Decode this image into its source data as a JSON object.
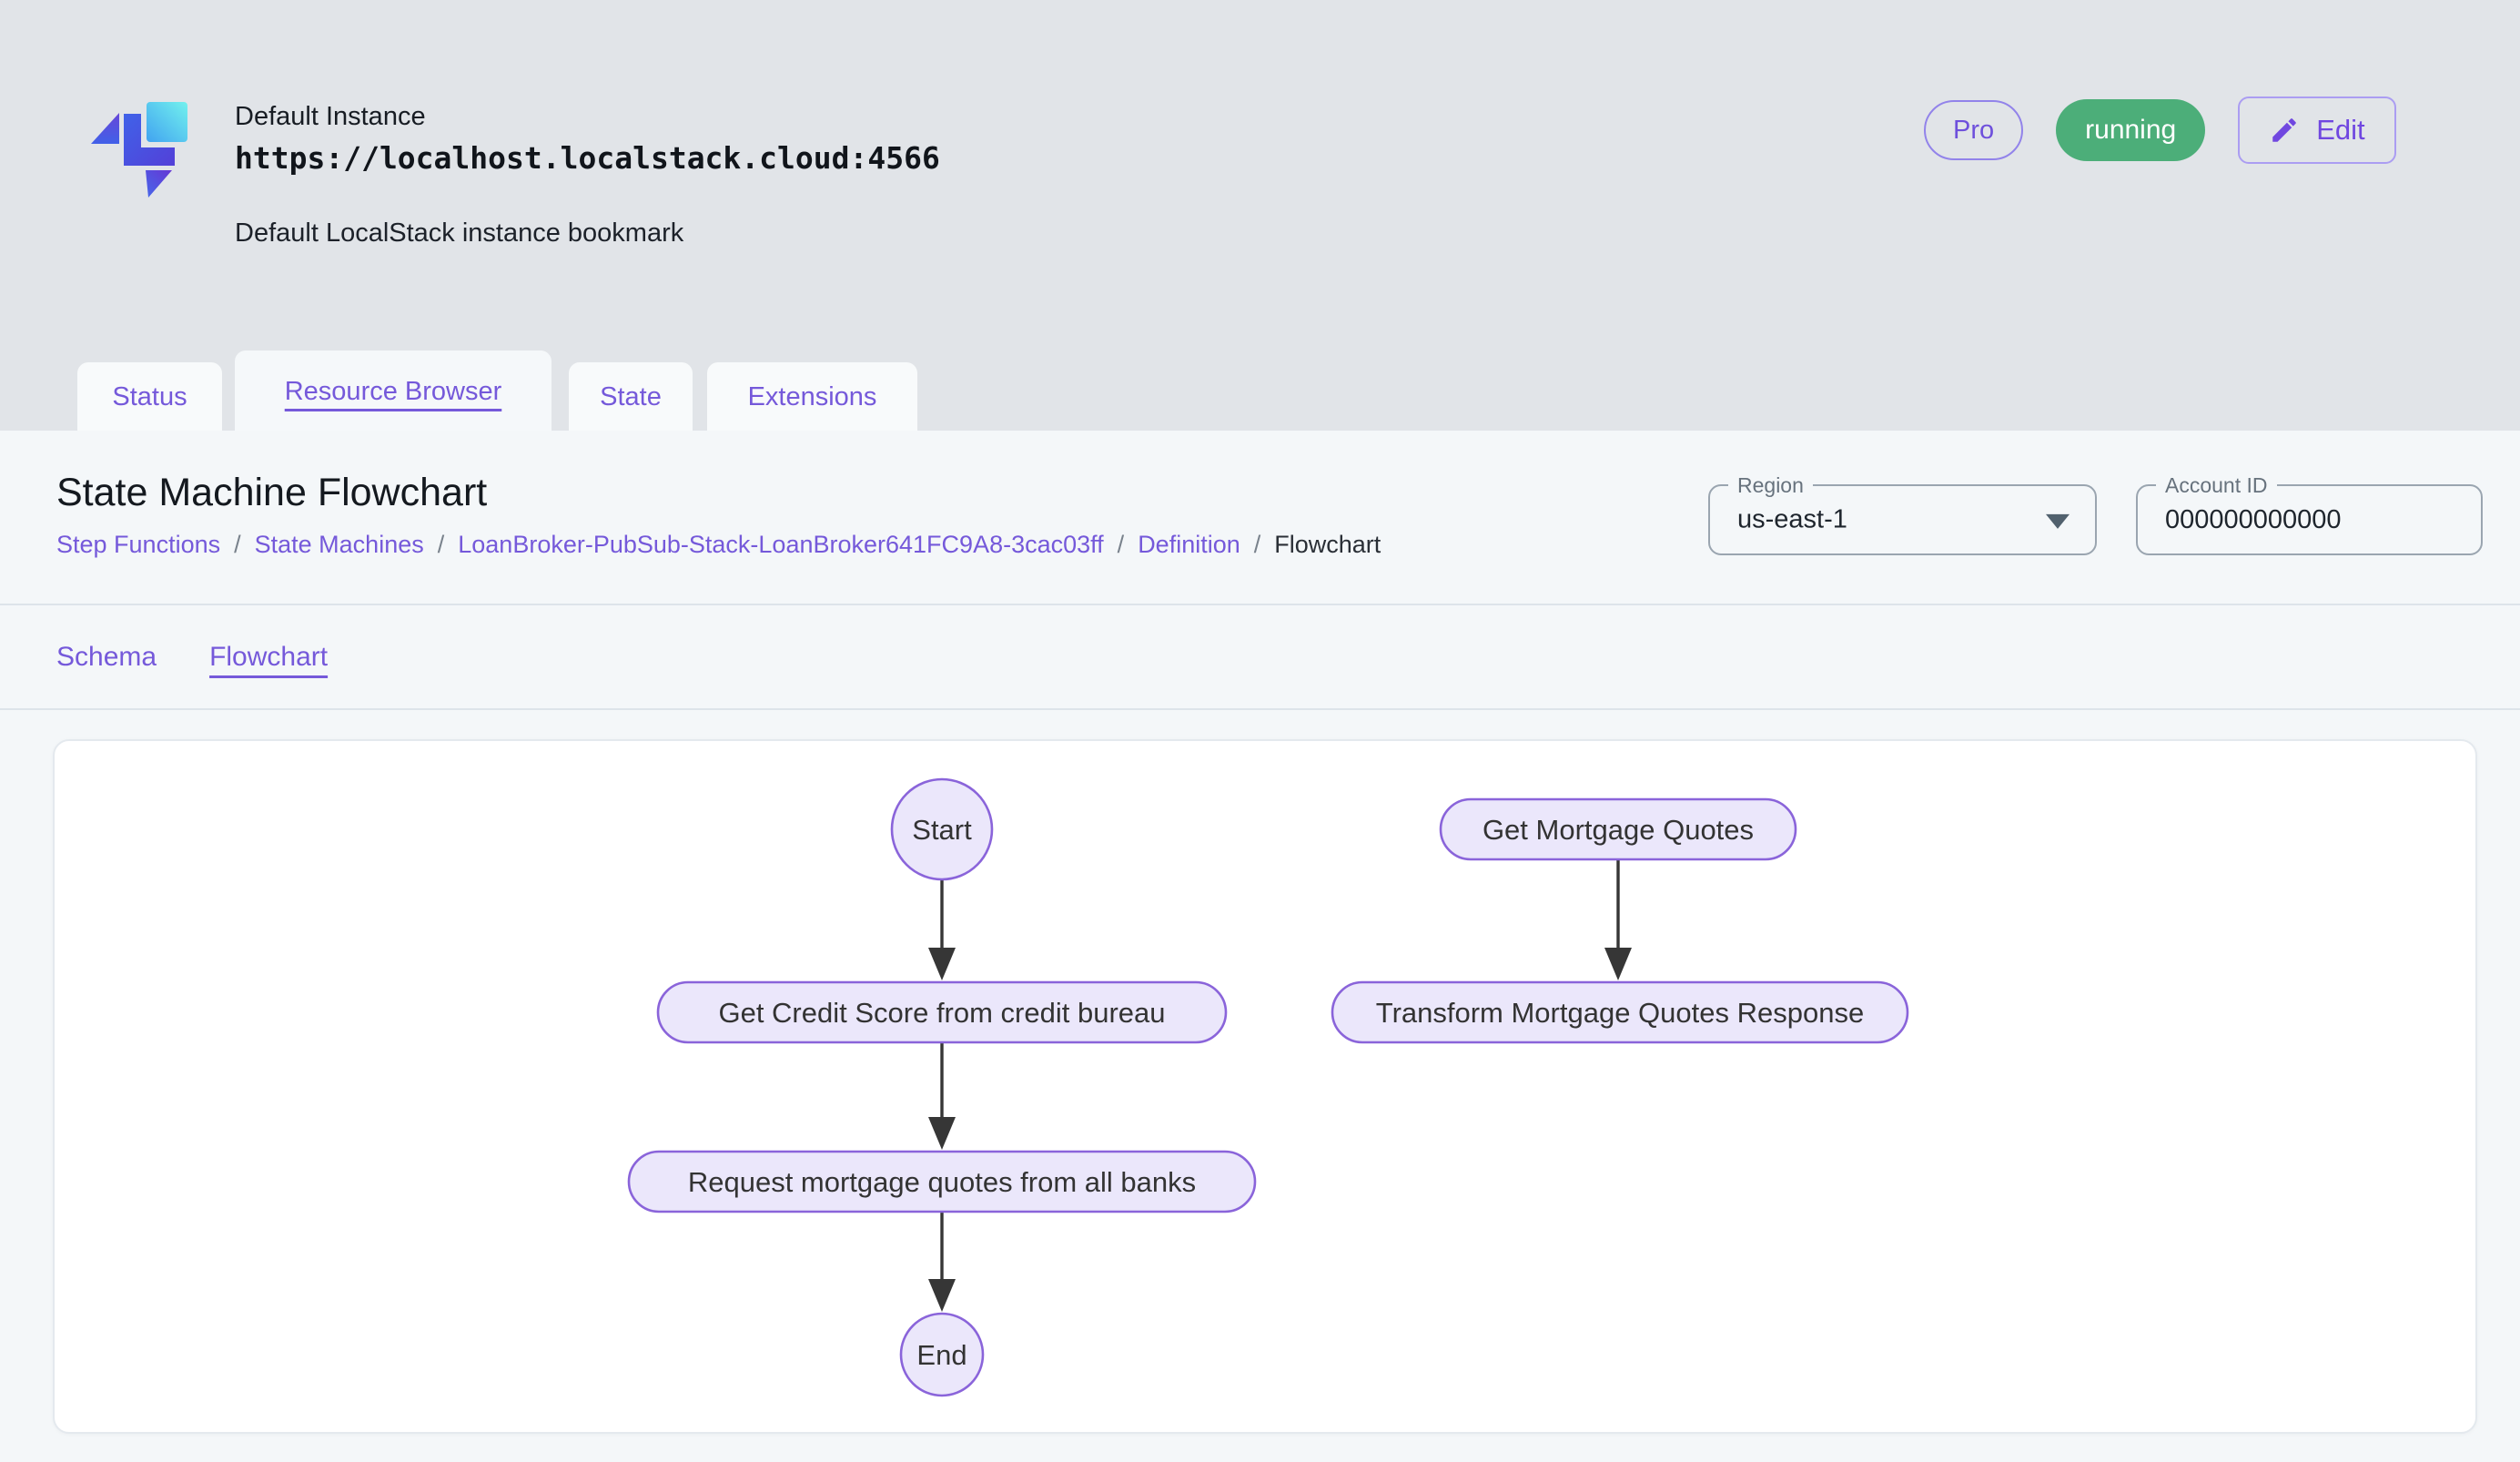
{
  "header": {
    "instance_name": "Default Instance",
    "instance_url": "https://localhost.localstack.cloud:4566",
    "instance_description": "Default LocalStack instance bookmark",
    "pro_label": "Pro",
    "status_label": "running",
    "edit_label": "Edit"
  },
  "tabs": [
    {
      "label": "Status",
      "active": false
    },
    {
      "label": "Resource Browser",
      "active": true
    },
    {
      "label": "State",
      "active": false
    },
    {
      "label": "Extensions",
      "active": false
    }
  ],
  "resource": {
    "title": "State Machine Flowchart",
    "breadcrumb": [
      "Step Functions",
      "State Machines",
      "LoanBroker-PubSub-Stack-LoanBroker641FC9A8-3cac03ff",
      "Definition",
      "Flowchart"
    ],
    "breadcrumb_separator": "/",
    "region": {
      "label": "Region",
      "value": "us-east-1"
    },
    "account": {
      "label": "Account ID",
      "value": "000000000000"
    },
    "subtabs": [
      {
        "label": "Schema",
        "active": false
      },
      {
        "label": "Flowchart",
        "active": true
      }
    ]
  },
  "flowchart": {
    "type": "flowchart",
    "nodes": [
      {
        "id": "start",
        "label": "Start",
        "shape": "circle"
      },
      {
        "id": "get_credit_score",
        "label": "Get Credit Score from credit bureau",
        "shape": "stadium"
      },
      {
        "id": "request_quotes",
        "label": "Request mortgage quotes from all banks",
        "shape": "stadium"
      },
      {
        "id": "end",
        "label": "End",
        "shape": "circle"
      },
      {
        "id": "get_mortgage_quotes",
        "label": "Get Mortgage Quotes",
        "shape": "stadium"
      },
      {
        "id": "transform_response",
        "label": "Transform Mortgage Quotes Response",
        "shape": "stadium"
      }
    ],
    "edges": [
      [
        "start",
        "get_credit_score"
      ],
      [
        "get_credit_score",
        "request_quotes"
      ],
      [
        "request_quotes",
        "end"
      ],
      [
        "get_mortgage_quotes",
        "transform_response"
      ]
    ],
    "colors": {
      "node_fill": "#ebe7fb",
      "node_border": "#8a64da",
      "edge": "#363636",
      "node_text": "#333333"
    }
  },
  "colors": {
    "accent_purple": "#7559da",
    "running_green": "#4cae79",
    "header_background": "#e1e4e8",
    "panel_background": "#f4f7f9"
  }
}
